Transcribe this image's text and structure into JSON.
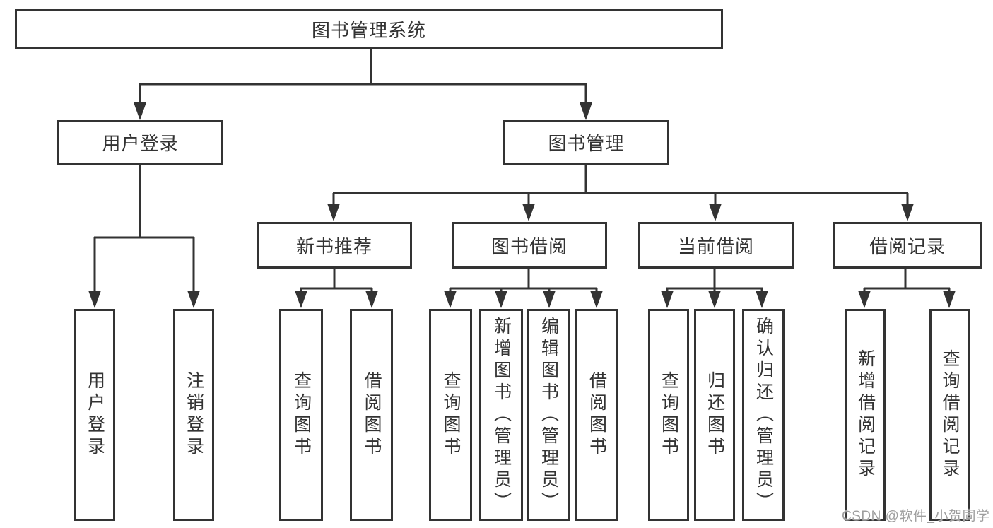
{
  "diagram": {
    "title": "图书管理系统",
    "tree": {
      "label": "图书管理系统",
      "children": [
        {
          "label": "用户登录",
          "children": [
            {
              "label": "用户登录"
            },
            {
              "label": "注销登录"
            }
          ]
        },
        {
          "label": "图书管理",
          "children": [
            {
              "label": "新书推荐",
              "children": [
                {
                  "label": "查询图书"
                },
                {
                  "label": "借阅图书"
                }
              ]
            },
            {
              "label": "图书借阅",
              "children": [
                {
                  "label": "查询图书"
                },
                {
                  "label": "新增图书（管理员）"
                },
                {
                  "label": "编辑图书（管理员）"
                },
                {
                  "label": "借阅图书"
                }
              ]
            },
            {
              "label": "当前借阅",
              "children": [
                {
                  "label": "查询图书"
                },
                {
                  "label": "归还图书"
                },
                {
                  "label": "确认归还（管理员）"
                }
              ]
            },
            {
              "label": "借阅记录",
              "children": [
                {
                  "label": "新增借阅记录"
                },
                {
                  "label": "查询借阅记录"
                }
              ]
            }
          ]
        }
      ]
    }
  },
  "watermark": {
    "text": "CSDN @软件_小贺同学"
  },
  "colors": {
    "line": "#333333",
    "box_border": "#333333",
    "text": "#333333",
    "watermark_text": "#9e9e9e",
    "background": "#ffffff"
  }
}
